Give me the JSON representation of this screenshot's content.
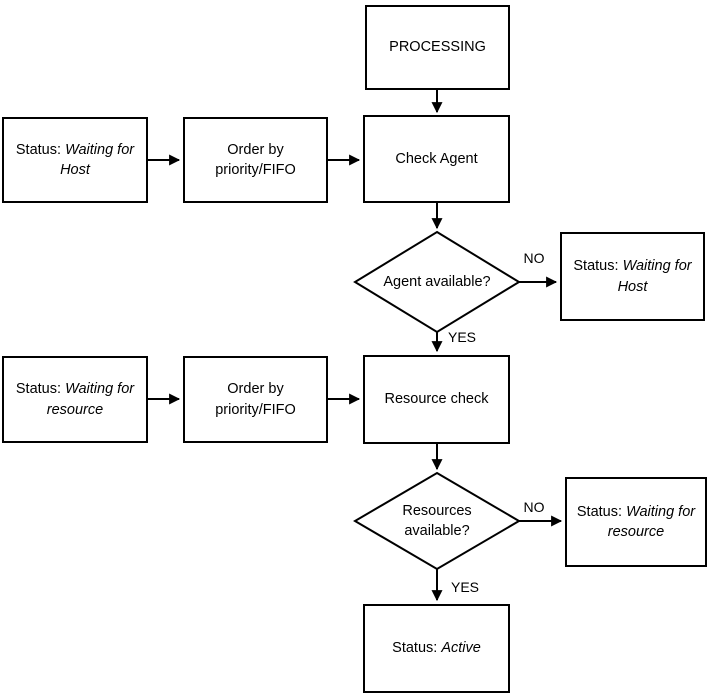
{
  "colors": {
    "stroke": "#000000",
    "node_fill": "#ffffff",
    "text": "#000000",
    "background": "#ffffff"
  },
  "nodes": {
    "processing": {
      "label": "PROCESSING"
    },
    "wait_host_left": {
      "prefix": "Status: ",
      "status": "Waiting for Host"
    },
    "order_priority_1": {
      "label": "Order by priority/FIFO"
    },
    "check_agent": {
      "label": "Check Agent"
    },
    "agent_available": {
      "label": "Agent available?"
    },
    "wait_host_right": {
      "prefix": "Status: ",
      "status": "Waiting for Host"
    },
    "wait_resource_left": {
      "prefix": "Status: ",
      "status": "Waiting for resource"
    },
    "order_priority_2": {
      "label": "Order by priority/FIFO"
    },
    "resource_check": {
      "label": "Resource check"
    },
    "resources_available": {
      "label": "Resources available?"
    },
    "wait_resource_right": {
      "prefix": "Status: ",
      "status": "Waiting for resource"
    },
    "status_active": {
      "prefix": "Status: ",
      "status": "Active"
    }
  },
  "edge_labels": {
    "agent_no": "NO",
    "agent_yes": "YES",
    "resource_no": "NO",
    "resource_yes": "YES"
  }
}
